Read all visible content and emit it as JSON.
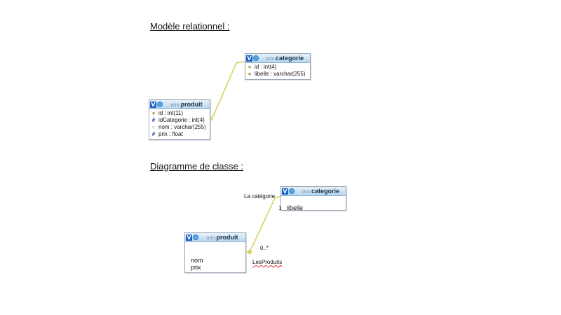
{
  "sections": {
    "relational_title": "Modèle relationnel :",
    "class_title": "Diagramme de classe :"
  },
  "relational": {
    "categorie": {
      "db": "orm.",
      "name": "categorie",
      "columns": [
        {
          "text": "id : int(4)",
          "icon": "primary-key-icon"
        },
        {
          "text": "libelle : varchar(255)",
          "icon": "primary-key-icon"
        }
      ]
    },
    "produit": {
      "db": "orm.",
      "name": "produit",
      "columns": [
        {
          "text": "id : int(11)",
          "icon": "primary-key-icon"
        },
        {
          "text": "idCategorie : int(4)",
          "icon": "numeric-column-icon"
        },
        {
          "text": "nom : varchar(255)",
          "icon": "index-icon"
        },
        {
          "text": "prix : float",
          "icon": "numeric-column-icon"
        }
      ]
    }
  },
  "class_diagram": {
    "categorie": {
      "db": "orm.",
      "name": "categorie",
      "attributes": [
        "libelle"
      ]
    },
    "produit": {
      "db": "orm.",
      "name": "produit",
      "attributes": [
        "nom",
        "prix"
      ]
    },
    "association": {
      "role_categorie": "La catégorie",
      "mult_categorie": "1",
      "mult_produit": "0..*",
      "role_produit": "LesProduits"
    }
  },
  "colors": {
    "link": "#d9d25a",
    "header_top": "#e6f2fb",
    "header_bottom": "#b6d6ef"
  }
}
